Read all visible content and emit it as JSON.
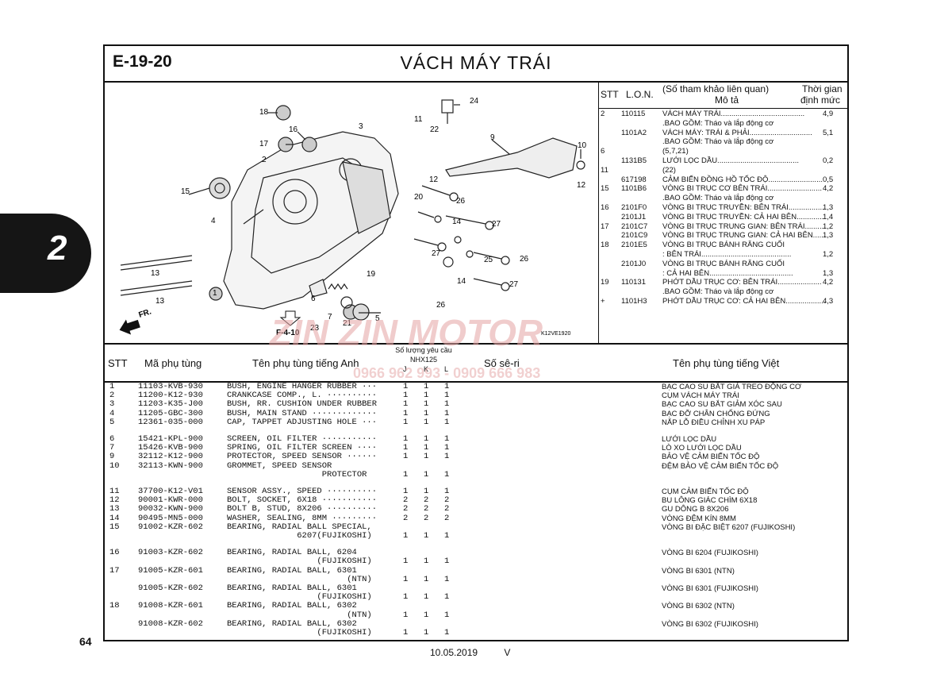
{
  "header": {
    "code": "E-19-20",
    "title": "VÁCH MÁY TRÁI"
  },
  "side_tab": "2",
  "page_number": "64",
  "footer": {
    "date": "10.05.2019",
    "mark": "V"
  },
  "diagram": {
    "callouts": [
      "18",
      "16",
      "17",
      "2",
      "15",
      "4",
      "1",
      "13",
      "13",
      "3",
      "11",
      "22",
      "24",
      "9",
      "10",
      "12",
      "12",
      "20",
      "26",
      "14",
      "27",
      "27",
      "25",
      "26",
      "19",
      "14",
      "27",
      "26",
      "7",
      "6",
      "21",
      "5",
      "23"
    ],
    "fr_label": "FR.",
    "ref_box": "F-4-10",
    "code": "K12VE1920"
  },
  "ref_panel": {
    "col_stt": "STT",
    "col_lon": "L.O.N.",
    "col_desc_1": "(Số tham khảo liên quan)",
    "col_desc_2": "Mô tả",
    "col_time_1": "Thời gian",
    "col_time_2": "định mức",
    "rows": [
      {
        "stt": "2",
        "lon": "110115",
        "desc": "VÁCH MÁY TRÁI........................................",
        "time": "4,9"
      },
      {
        "stt": "",
        "lon": "",
        "desc": ".BAO GỒM: Tháo và lắp động cơ",
        "time": ""
      },
      {
        "stt": "",
        "lon": "1101A2",
        "desc": "VÁCH MÁY: TRÁI & PHẢI..............................",
        "time": "5,1"
      },
      {
        "stt": "",
        "lon": "",
        "desc": ".BAO GỒM: Tháo và lắp động cơ",
        "time": ""
      },
      {
        "stt": "6",
        "lon": "",
        "desc": "(5,7,21)",
        "time": ""
      },
      {
        "stt": "",
        "lon": "1131B5",
        "desc": "LƯỚI LỌC DẦU.......................................",
        "time": "0,2"
      },
      {
        "stt": "11",
        "lon": "",
        "desc": "(22)",
        "time": ""
      },
      {
        "stt": "",
        "lon": "617198",
        "desc": "CẢM BIẾN ĐỒNG HỒ TỐC ĐỘ..........................",
        "time": "0,5"
      },
      {
        "stt": "15",
        "lon": "1101B6",
        "desc": "VÒNG BI TRỤC CƠ BÊN TRÁI..........................",
        "time": "4,2"
      },
      {
        "stt": "",
        "lon": "",
        "desc": ".BAO GỒM: Tháo và lắp động cơ",
        "time": ""
      },
      {
        "stt": "16",
        "lon": "2101F0",
        "desc": "VÒNG BI TRỤC TRUYỀN: BÊN TRÁI.................",
        "time": "1,3"
      },
      {
        "stt": "",
        "lon": "2101J1",
        "desc": "VÒNG BI TRỤC TRUYỀN: CẢ HAI BÊN.............",
        "time": "1,4"
      },
      {
        "stt": "17",
        "lon": "2101C7",
        "desc": "VÒNG BI TRỤC TRUNG GIAN: BÊN TRÁI..........",
        "time": "1,2"
      },
      {
        "stt": "",
        "lon": "2101C9",
        "desc": "VÒNG BI TRỤC TRUNG GIAN: CẢ HAI BÊN......",
        "time": "1,3"
      },
      {
        "stt": "18",
        "lon": "2101E5",
        "desc": "VÒNG BI TRỤC BÁNH RĂNG CUỐI",
        "time": ""
      },
      {
        "stt": "",
        "lon": "",
        "desc": ": BÊN TRÁI...........................................",
        "time": "1,2"
      },
      {
        "stt": "",
        "lon": "2101J0",
        "desc": "VÒNG BI TRỤC BÁNH RĂNG CUỐI",
        "time": ""
      },
      {
        "stt": "",
        "lon": "",
        "desc": ": CẢ HAI BÊN........................................",
        "time": "1,3"
      },
      {
        "stt": "19",
        "lon": "110131",
        "desc": "PHỚT DẦU TRỤC CƠ: BÊN TRÁI.....................",
        "time": "4,2"
      },
      {
        "stt": "",
        "lon": "",
        "desc": ".BAO GỒM: Tháo và lắp động cơ",
        "time": ""
      },
      {
        "stt": "+",
        "lon": "1101H3",
        "desc": "PHỚT DẦU TRỤC CƠ: CẢ HAI BÊN...................",
        "time": "4,3"
      }
    ]
  },
  "table": {
    "col_stt": "STT",
    "col_part": "Mã phụ tùng",
    "col_en": "Tên phụ tùng tiếng Anh",
    "qty_title": "Số lượng yêu cầu",
    "qty_model": "NHX125",
    "qty_cols": [
      "J",
      "K",
      "L"
    ],
    "col_serial": "Số sê-ri",
    "col_vn": "Tên phụ tùng tiếng Việt",
    "rows": [
      {
        "stt": "1",
        "part": "11103-KVB-930",
        "en": "BUSH, ENGINE HANGER RUBBER ···",
        "j": "1",
        "k": "1",
        "l": "1",
        "vn": "BẠC CAO SU BẮT GIÁ TREO ĐỘNG CƠ"
      },
      {
        "stt": "2",
        "part": "11200-K12-930",
        "en": "CRANKCASE COMP., L. ··········",
        "j": "1",
        "k": "1",
        "l": "1",
        "vn": "CỤM VÁCH MÁY TRÁI"
      },
      {
        "stt": "3",
        "part": "11203-K35-J00",
        "en": "BUSH, RR. CUSHION UNDER RUBBER",
        "j": "1",
        "k": "1",
        "l": "1",
        "vn": "BẠC CAO SU BẮT GIẢM XÓC SAU"
      },
      {
        "stt": "4",
        "part": "11205-GBC-300",
        "en": "BUSH, MAIN STAND ·············",
        "j": "1",
        "k": "1",
        "l": "1",
        "vn": "BẠC ĐỠ CHÂN CHỐNG ĐỨNG"
      },
      {
        "stt": "5",
        "part": "12361-035-000",
        "en": "CAP, TAPPET ADJUSTING HOLE ···",
        "j": "1",
        "k": "1",
        "l": "1",
        "vn": "NẮP LỖ ĐIỀU CHỈNH XU PÁP"
      },
      {
        "stt": "6",
        "part": "15421-KPL-900",
        "en": "SCREEN, OIL FILTER ···········",
        "j": "1",
        "k": "1",
        "l": "1",
        "vn": "LƯỚI LỌC DẦU"
      },
      {
        "stt": "7",
        "part": "15426-KVB-900",
        "en": "SPRING, OIL FILTER SCREEN ····",
        "j": "1",
        "k": "1",
        "l": "1",
        "vn": "LÒ XO LƯỚI LỌC DẦU"
      },
      {
        "stt": "9",
        "part": "32112-K12-900",
        "en": "PROTECTOR, SPEED SENSOR ······",
        "j": "1",
        "k": "1",
        "l": "1",
        "vn": "BẢO VỆ CẢM BIẾN TỐC ĐỘ"
      },
      {
        "stt": "10",
        "part": "32113-KWN-900",
        "en": "GROMMET, SPEED SENSOR",
        "j": "",
        "k": "",
        "l": "",
        "vn": "ĐỆM BẢO VỆ CẢM BIẾN TỐC ĐỘ"
      },
      {
        "stt": "",
        "part": "",
        "en": "                   PROTECTOR",
        "j": "1",
        "k": "1",
        "l": "1",
        "vn": ""
      },
      {
        "stt": "11",
        "part": "37700-K12-V01",
        "en": "SENSOR ASSY., SPEED ··········",
        "j": "1",
        "k": "1",
        "l": "1",
        "vn": "CỤM CẢM BIẾN TỐC ĐỘ"
      },
      {
        "stt": "12",
        "part": "90001-KWR-000",
        "en": "BOLT, SOCKET, 6X18 ···········",
        "j": "2",
        "k": "2",
        "l": "2",
        "vn": "BU LÔNG GIÁC CHÌM 6X18"
      },
      {
        "stt": "13",
        "part": "90032-KWN-900",
        "en": "BOLT B, STUD, 8X206 ··········",
        "j": "2",
        "k": "2",
        "l": "2",
        "vn": "GU DÔNG B 8X206"
      },
      {
        "stt": "14",
        "part": "90495-MN5-000",
        "en": "WASHER, SEALING, 8MM ·········",
        "j": "2",
        "k": "2",
        "l": "2",
        "vn": "VÒNG ĐỆM KÍN 8MM"
      },
      {
        "stt": "15",
        "part": "91002-KZR-602",
        "en": "BEARING, RADIAL BALL SPECIAL,",
        "j": "",
        "k": "",
        "l": "",
        "vn": "VÒNG BI ĐẶC BIỆT 6207 (FUJIKOSHI)"
      },
      {
        "stt": "",
        "part": "",
        "en": "              6207(FUJIKOSHI)",
        "j": "1",
        "k": "1",
        "l": "1",
        "vn": ""
      },
      {
        "stt": "16",
        "part": "91003-KZR-602",
        "en": "BEARING, RADIAL BALL, 6204",
        "j": "",
        "k": "",
        "l": "",
        "vn": "VÒNG BI 6204 (FUJIKOSHI)"
      },
      {
        "stt": "",
        "part": "",
        "en": "                  (FUJIKOSHI)",
        "j": "1",
        "k": "1",
        "l": "1",
        "vn": ""
      },
      {
        "stt": "17",
        "part": "91005-KZR-601",
        "en": "BEARING, RADIAL BALL, 6301",
        "j": "",
        "k": "",
        "l": "",
        "vn": "VÒNG BI 6301 (NTN)"
      },
      {
        "stt": "",
        "part": "",
        "en": "                        (NTN)",
        "j": "1",
        "k": "1",
        "l": "1",
        "vn": ""
      },
      {
        "stt": "",
        "part": "91005-KZR-602",
        "en": "BEARING, RADIAL BALL, 6301",
        "j": "",
        "k": "",
        "l": "",
        "vn": "VÒNG BI 6301 (FUJIKOSHI)"
      },
      {
        "stt": "",
        "part": "",
        "en": "                  (FUJIKOSHI)",
        "j": "1",
        "k": "1",
        "l": "1",
        "vn": ""
      },
      {
        "stt": "18",
        "part": "91008-KZR-601",
        "en": "BEARING, RADIAL BALL, 6302",
        "j": "",
        "k": "",
        "l": "",
        "vn": "VÒNG BI 6302 (NTN)"
      },
      {
        "stt": "",
        "part": "",
        "en": "                        (NTN)",
        "j": "1",
        "k": "1",
        "l": "1",
        "vn": ""
      },
      {
        "stt": "",
        "part": "91008-KZR-602",
        "en": "BEARING, RADIAL BALL, 6302",
        "j": "",
        "k": "",
        "l": "",
        "vn": "VÒNG BI 6302 (FUJIKOSHI)"
      },
      {
        "stt": "",
        "part": "",
        "en": "                  (FUJIKOSHI)",
        "j": "1",
        "k": "1",
        "l": "1",
        "vn": ""
      }
    ]
  },
  "watermark": {
    "brand": "ZIN ZIN MOTOR",
    "phones": "0966 962 993 - 0909 666 983",
    "color": "#e5a3a3"
  }
}
